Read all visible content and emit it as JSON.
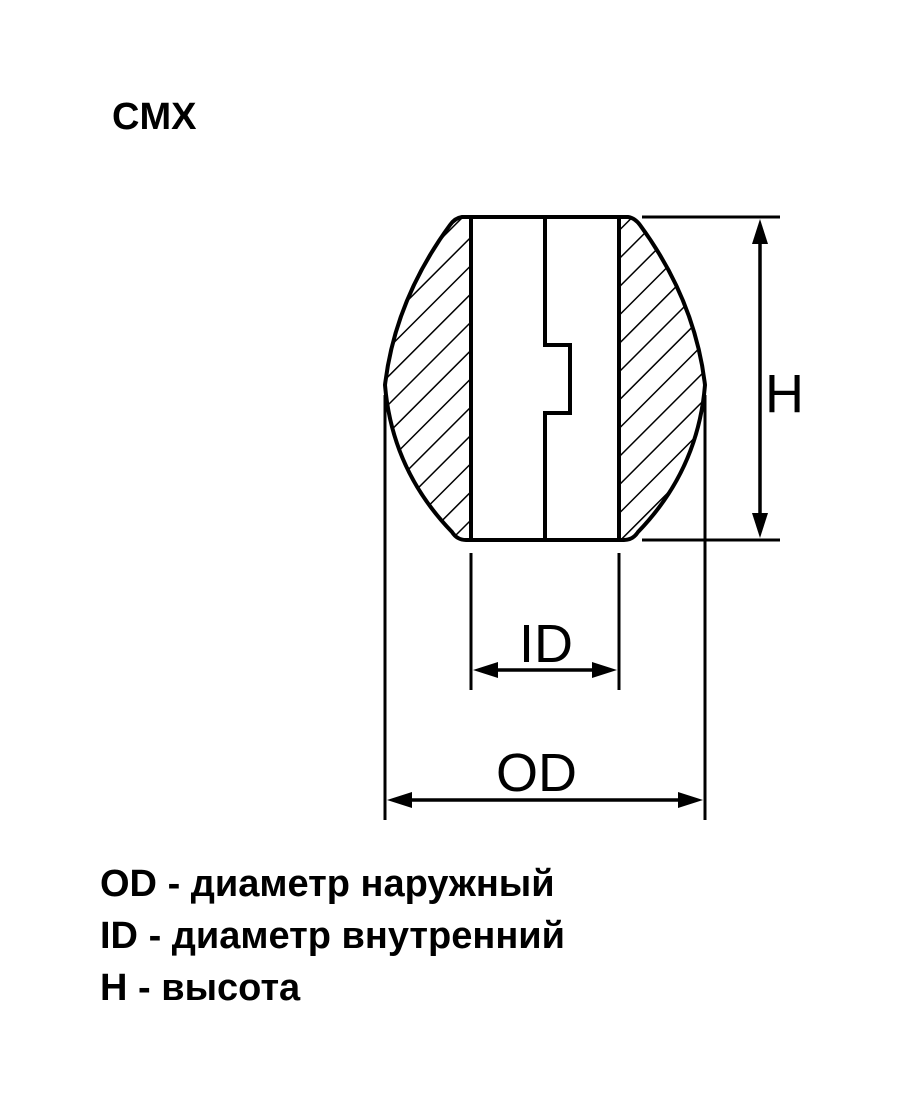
{
  "title": "CMX",
  "drawing": {
    "labels": {
      "height": "H",
      "inner_diameter": "ID",
      "outer_diameter": "OD"
    },
    "colors": {
      "stroke": "#000000",
      "background": "#ffffff"
    }
  },
  "legend": {
    "items": [
      {
        "symbol": "OD",
        "separator": "-",
        "description": "диаметр наружный"
      },
      {
        "symbol": "ID",
        "separator": "-",
        "description": "диаметр внутренний"
      },
      {
        "symbol": "H",
        "separator": "-",
        "description": "высота"
      }
    ]
  }
}
